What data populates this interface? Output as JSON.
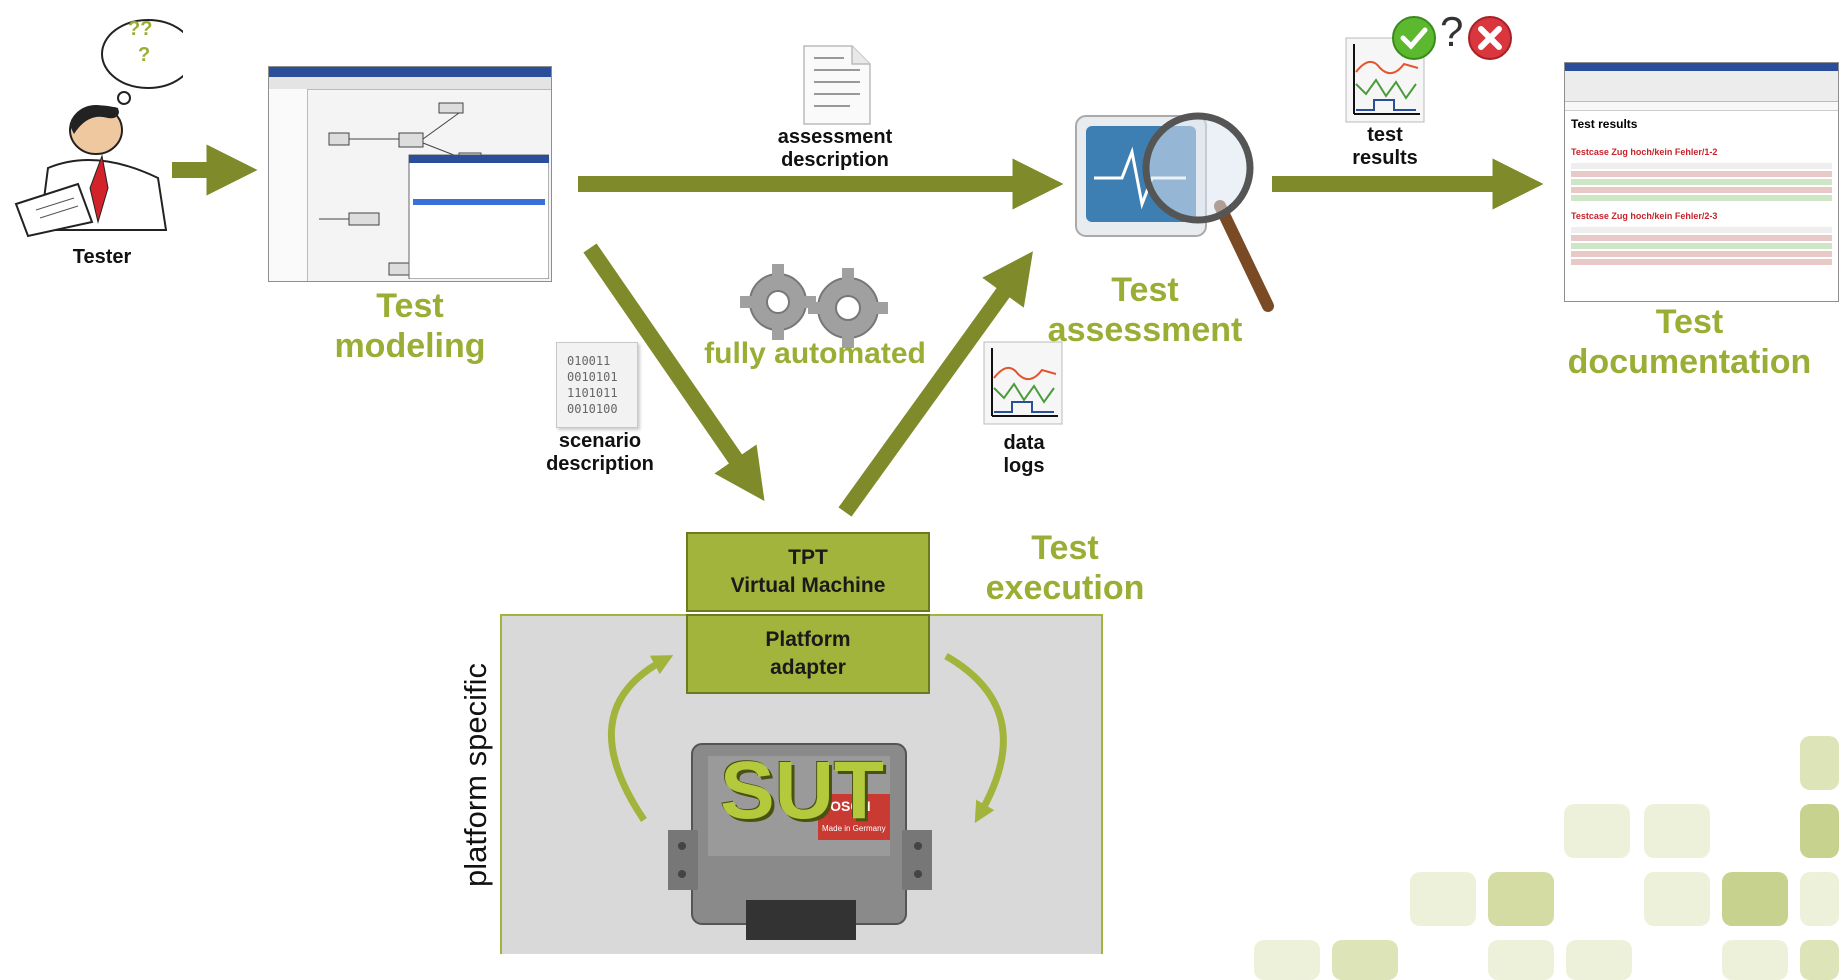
{
  "actors": {
    "tester_label": "Tester",
    "thought_marks": [
      "??",
      "?"
    ]
  },
  "stages": {
    "modeling": "Test\nmodeling",
    "assessment": "Test\nassessment",
    "documentation": "Test\ndocumentation",
    "execution": "Test\nexecution"
  },
  "artifacts": {
    "assessment_description": "assessment\ndescription",
    "scenario_description": "scenario\ndescription",
    "test_results": "test\nresults",
    "data_logs": "data\nlogs",
    "fully_automated": "fully automated",
    "binary_digits": [
      "010011",
      "0010101",
      "1101011",
      "0010100"
    ]
  },
  "execution_stack": {
    "vm_box": "TPT\nVirtual Machine",
    "adapter_box": "Platform\nadapter",
    "platform_label": "platform specific",
    "sut_label": "SUT",
    "sut_brand": "BOSCH",
    "sut_made_in": "Made in Germany"
  },
  "report_preview": {
    "heading": "Test results",
    "case_1": "Testcase Zug hoch/kein Fehler/1-2",
    "case_2": "Testcase Zug hoch/kein Fehler/2-3"
  },
  "verdict": {
    "pass_icon": "check-circle-icon",
    "separator": "?",
    "fail_icon": "x-circle-icon"
  },
  "colors": {
    "accent_green": "#9aad35",
    "arrow_olive": "#7f8a2a",
    "box_green": "#a3b43c",
    "tile_green": "#dde4b8",
    "platform_gray": "#d9d9d9"
  }
}
